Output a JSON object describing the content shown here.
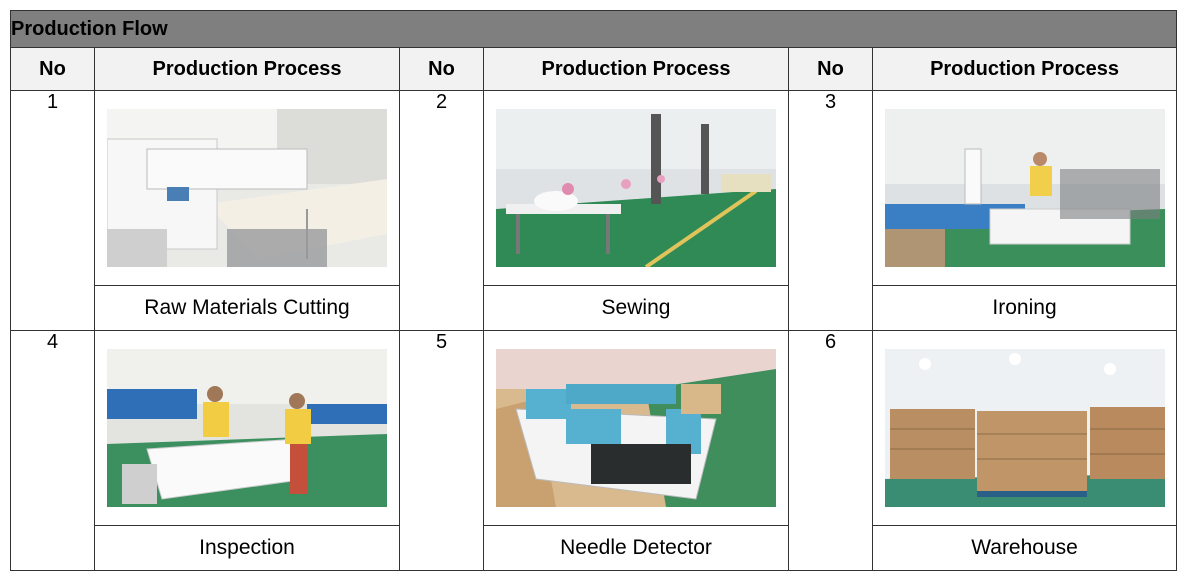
{
  "table": {
    "title": "Production Flow",
    "headers": [
      "No",
      "Production Process",
      "No",
      "Production Process",
      "No",
      "Production Process"
    ],
    "steps": [
      {
        "no": "1",
        "label": "Raw Materials Cutting"
      },
      {
        "no": "2",
        "label": "Sewing"
      },
      {
        "no": "3",
        "label": "Ironing"
      },
      {
        "no": "4",
        "label": "Inspection"
      },
      {
        "no": "5",
        "label": "Needle Detector"
      },
      {
        "no": "6",
        "label": "Warehouse"
      }
    ]
  }
}
